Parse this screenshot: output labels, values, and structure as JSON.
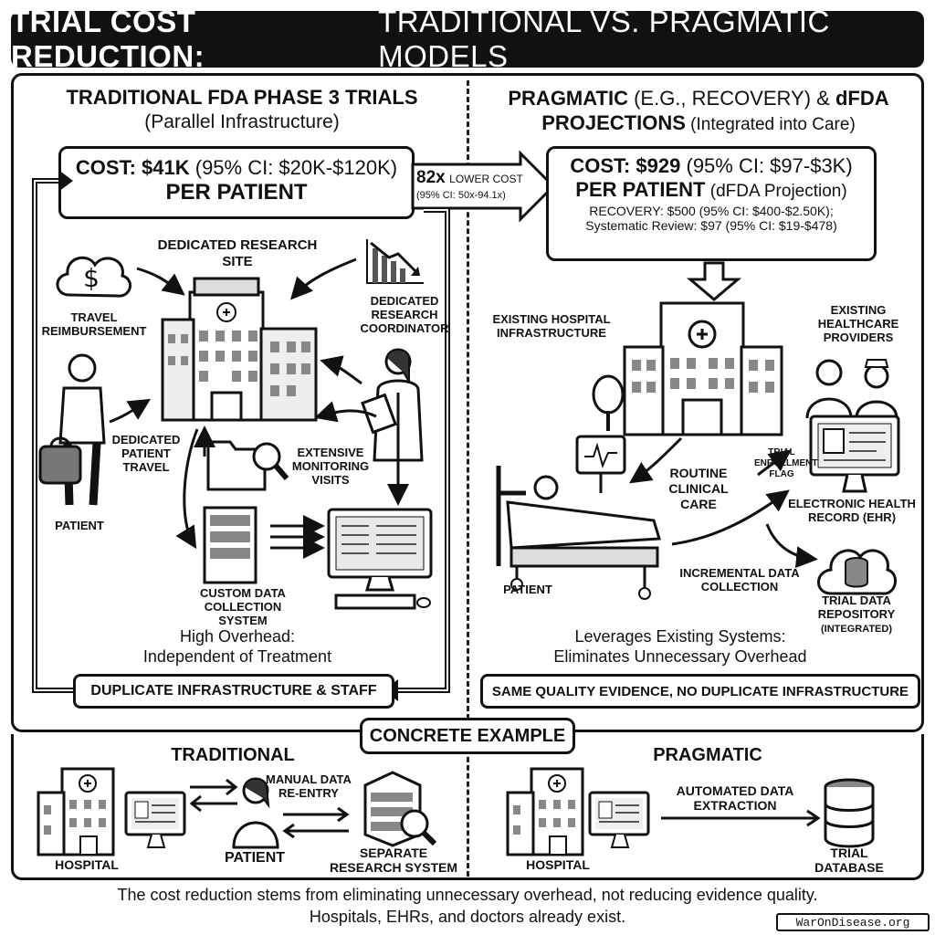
{
  "title": {
    "bold": "TRIAL COST REDUCTION:",
    "rest": "TRADITIONAL VS. PRAGMATIC MODELS"
  },
  "left": {
    "heading": "TRADITIONAL FDA PHASE 3 TRIALS",
    "subheading": "(Parallel Infrastructure)",
    "cost_line1_bold": "COST: $41K",
    "cost_line1_rest": " (95% CI: $20K-$120K)",
    "cost_line2": "PER PATIENT",
    "labels": {
      "dedicated_site": "DEDICATED RESEARCH SITE",
      "travel_reimbursement": "TRAVEL REIMBURSEMENT",
      "dedicated_coordinator": "DEDICATED RESEARCH COORDINATOR",
      "patient_travel": "DEDICATED PATIENT TRAVEL",
      "monitoring": "EXTENSIVE MONITORING VISITS",
      "patient": "PATIENT",
      "data_system": "CUSTOM DATA COLLECTION SYSTEM"
    },
    "summary_line1": "High Overhead:",
    "summary_line2": "Independent of Treatment",
    "bottom_pill": "DUPLICATE INFRASTRUCTURE & STAFF"
  },
  "middle_arrow": {
    "big": "82x",
    "small": "LOWER COST",
    "ci": "(95% CI: 50x-94.1x)"
  },
  "right": {
    "heading_line1_bold": "PRAGMATIC",
    "heading_line1_rest": " (E.G., RECOVERY) & ",
    "heading_line1_end": "dFDA",
    "heading_line2_bold": "PROJECTIONS",
    "heading_line2_rest": " (Integrated into Care)",
    "cost_line1_bold": "COST: $929",
    "cost_line1_rest": " (95% CI: $97-$3K)",
    "cost_line2_bold": "PER PATIENT",
    "cost_line2_rest": " (dFDA Projection)",
    "recovery_line": "RECOVERY: $500 (95% CI: $400-$2.50K);",
    "review_line": "Systematic Review: $97 (95% CI: $19-$478)",
    "labels": {
      "hospital": "EXISTING HOSPITAL INFRASTRUCTURE",
      "providers": "EXISTING HEALTHCARE PROVIDERS",
      "trial_flag": "TRIAL ENROLLMENT FLAG",
      "routine": "ROUTINE CLINICAL CARE",
      "ehr": "ELECTRONIC HEALTH RECORD (EHR)",
      "patient": "PATIENT",
      "incremental": "INCREMENTAL DATA COLLECTION",
      "repository": "TRIAL DATA REPOSITORY",
      "integrated": "(INTEGRATED)"
    },
    "summary_line1": "Leverages Existing Systems:",
    "summary_line2": "Eliminates Unnecessary Overhead",
    "bottom_pill": "SAME QUALITY EVIDENCE, NO DUPLICATE INFRASTRUCTURE"
  },
  "example": {
    "title": "CONCRETE EXAMPLE",
    "traditional_title": "TRADITIONAL",
    "pragmatic_title": "PRAGMATIC",
    "hospital": "HOSPITAL",
    "patient": "PATIENT",
    "manual_entry": "MANUAL DATA RE-ENTRY",
    "separate_system": "SEPARATE RESEARCH SYSTEM",
    "hospital2": "HOSPITAL",
    "automated": "AUTOMATED DATA EXTRACTION",
    "trial_db": "TRIAL DATABASE"
  },
  "footer": {
    "line1": "The cost reduction stems from eliminating unnecessary overhead, not reducing evidence quality.",
    "line2": "Hospitals, EHRs, and doctors already exist.",
    "watermark": "WarOnDisease.org"
  }
}
